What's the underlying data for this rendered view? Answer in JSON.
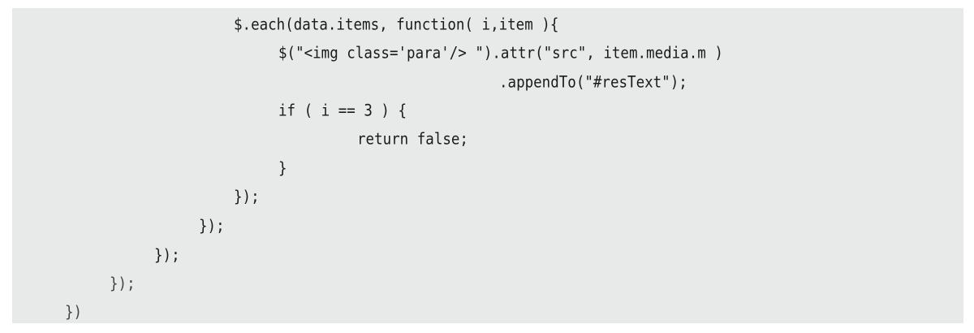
{
  "code_lines": [
    "$.each(data.items, function( i,item ){",
    "$(\"<img class='para'/> \").attr(\"src\", item.media.m )",
    ".appendTo(\"#resText\");",
    "if ( i == 3 ) {",
    "return false;",
    "}",
    "});",
    "});",
    "});",
    "});",
    "})"
  ]
}
